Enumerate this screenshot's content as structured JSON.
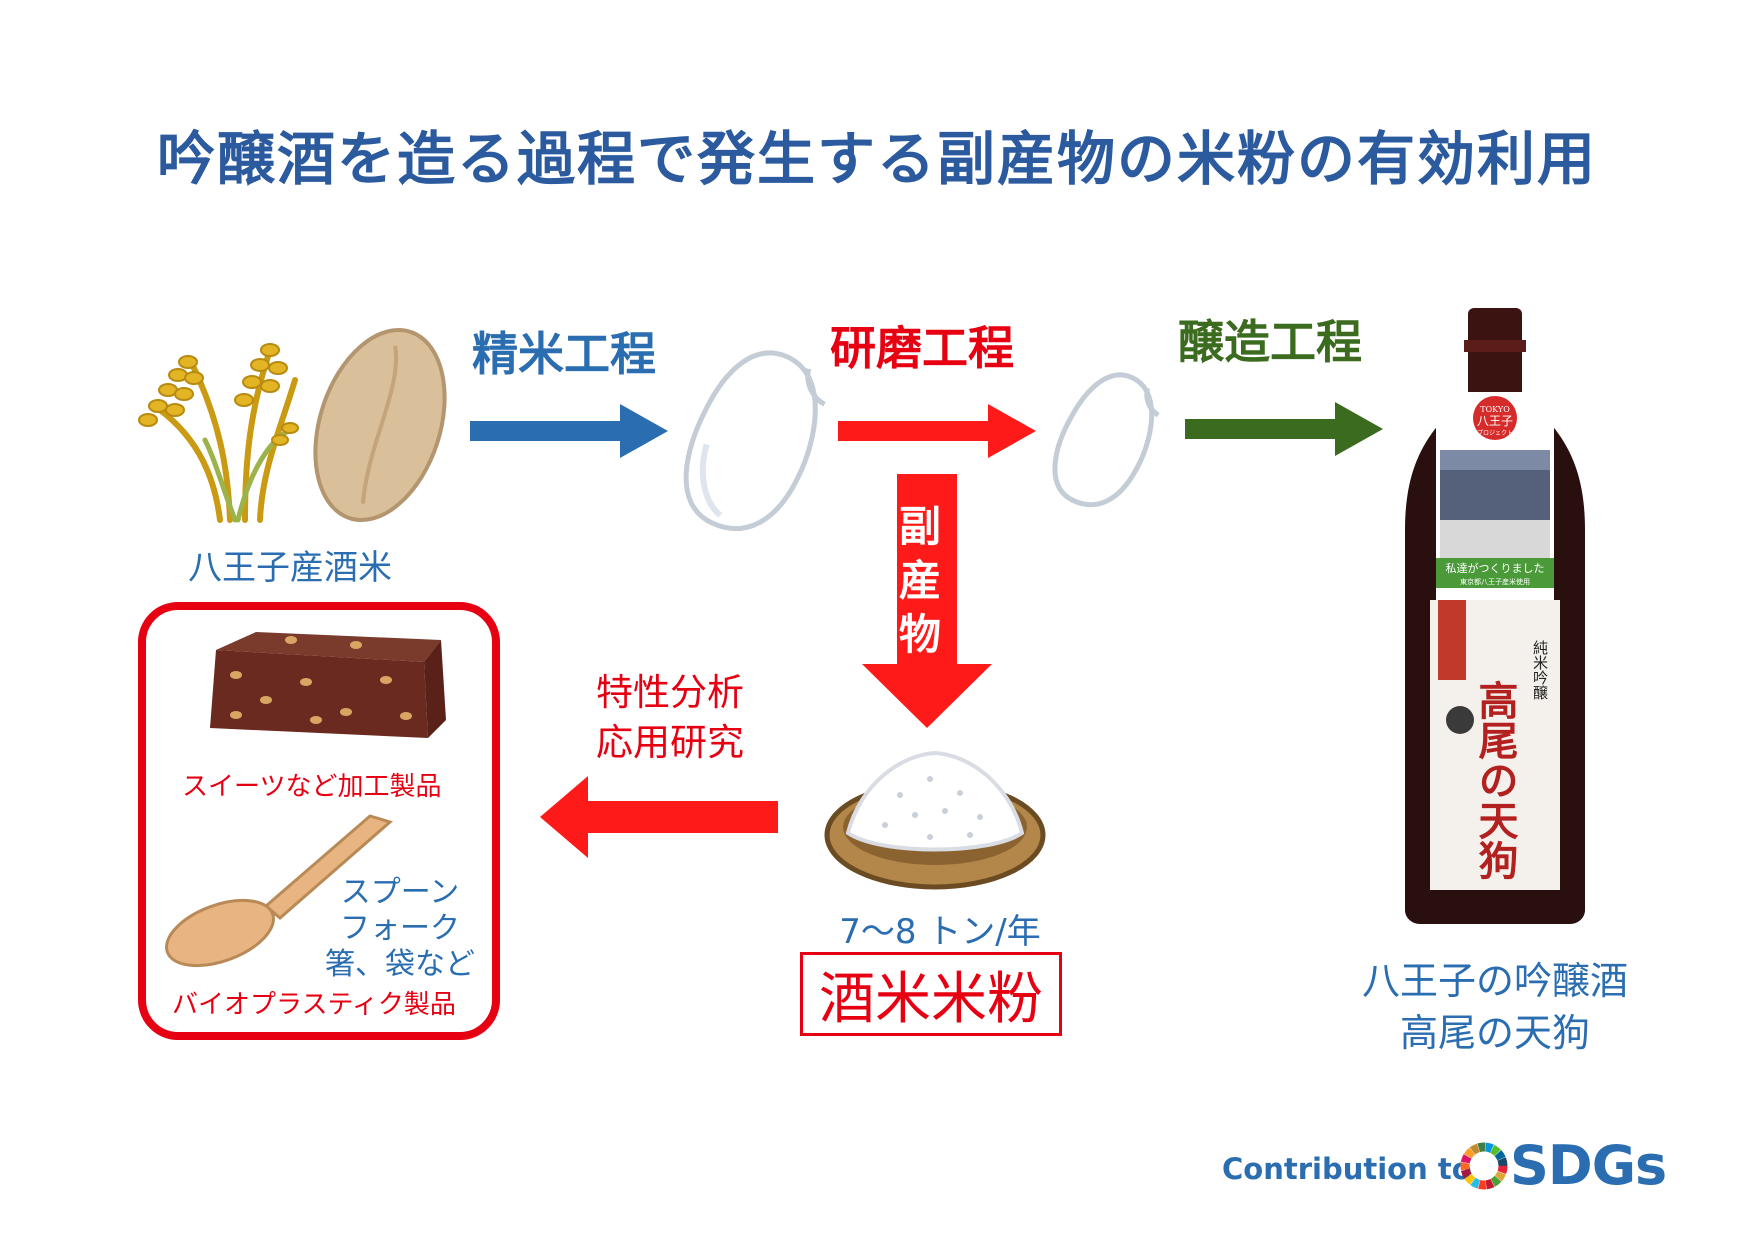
{
  "title": "吟醸酒を造る過程で発生する副産物の米粉の有効利用",
  "steps": {
    "polishing": "精米工程",
    "grinding": "研磨工程",
    "brewing": "醸造工程"
  },
  "captions": {
    "rice_origin": "八王子産酒米",
    "byproduct_chars": [
      "副",
      "産",
      "物"
    ],
    "research_lines": [
      "特性分析",
      "応用研究"
    ],
    "amount": "7〜8 トン/年",
    "flour": "酒米米粉",
    "sweets": "スイーツなど加工製品",
    "spoon_lines": [
      "スプーン",
      "フォーク",
      "箸、袋など"
    ],
    "bioplastic": "バイオプラスティク製品",
    "sake_lines": [
      "八王子の吟醸酒",
      "高尾の天狗"
    ]
  },
  "bottle": {
    "badge_top": "TOKYO",
    "badge_main": "八王子",
    "badge_sub": "プロジェクト",
    "band": "私達がつくりました",
    "band_sub": "東京都八王子産米使用",
    "side_label": "純米吟醸",
    "brand": "高尾の天狗"
  },
  "sdgs": {
    "contribution": "Contribution to",
    "mark": "SDGs"
  },
  "colors": {
    "title": "#2b5a9e",
    "blue": "#2a6db0",
    "red": "#e60012",
    "green": "#3b6b1e"
  }
}
